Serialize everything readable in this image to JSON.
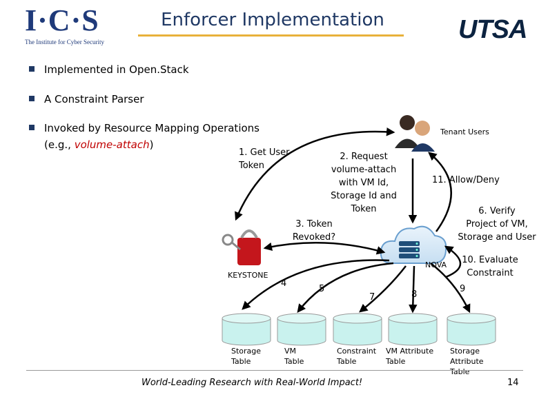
{
  "header": {
    "title": "Enforcer Implementation",
    "left_logo_letters": "I·C·S",
    "left_logo_subtitle": "The Institute for Cyber Security",
    "right_logo": "UTSA"
  },
  "bullets": [
    {
      "text": "Implemented in Open.Stack"
    },
    {
      "text": "A Constraint Parser"
    },
    {
      "text": "Invoked by Resource Mapping Operations",
      "line2_prefix": "(e.g., ",
      "line2_emph": "volume-attach",
      "line2_suffix": ")"
    }
  ],
  "diagram": {
    "tenant_users": "Tenant Users",
    "keystone": "KEYSTONE",
    "nova": "NOVA",
    "step1": [
      "1. Get  User",
      "Token"
    ],
    "step2": [
      "2. Request",
      "volume-attach",
      "with VM Id,",
      "Storage Id and",
      "Token"
    ],
    "step3": [
      "3. Token",
      "Revoked?"
    ],
    "step4": "4",
    "step5": "5",
    "step6": [
      "6. Verify",
      "Project of VM,",
      "Storage and User"
    ],
    "step7": "7",
    "step8": "8",
    "step9": "9",
    "step10": [
      "10. Evaluate",
      "Constraint"
    ],
    "step11": "11. Allow/Deny",
    "tables": [
      {
        "name": [
          "Storage",
          "Table"
        ]
      },
      {
        "name": [
          "VM",
          "Table"
        ]
      },
      {
        "name": [
          "Constraint",
          "Table"
        ]
      },
      {
        "name": [
          "VM Attribute",
          "Table"
        ]
      },
      {
        "name": [
          "Storage",
          "Attribute",
          "Table"
        ]
      }
    ]
  },
  "footer": {
    "tagline": "World-Leading Research with Real-World Impact!",
    "page": "14"
  },
  "colors": {
    "title": "#1f3864",
    "accent_line": "#e8b13a",
    "emphasis": "#c00000",
    "cylinder": "#c9f2ee"
  }
}
